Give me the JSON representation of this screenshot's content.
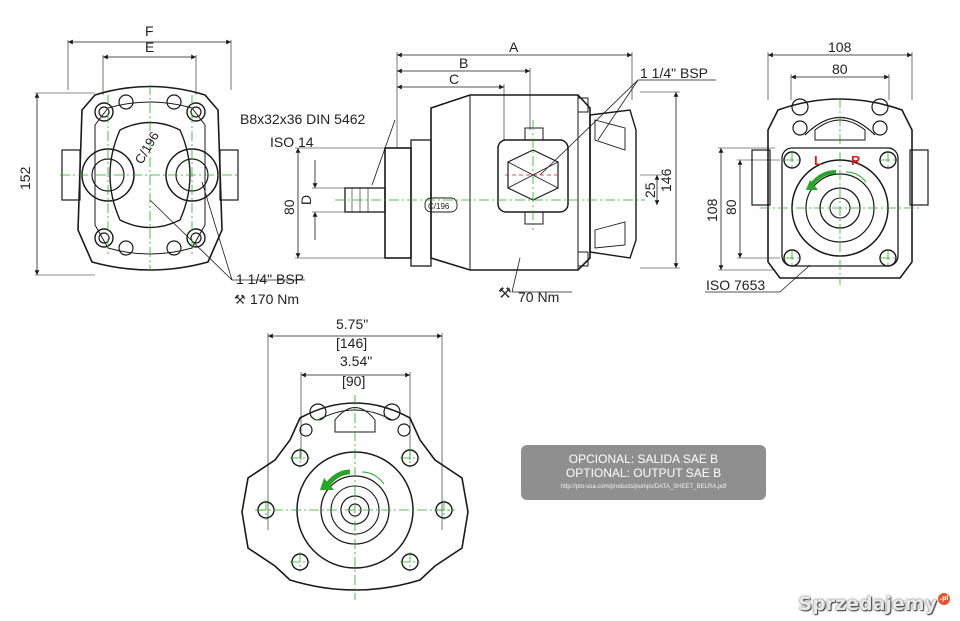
{
  "views": {
    "front": {
      "dim_f": "F",
      "dim_e": "E",
      "dim_height": "152",
      "port_label": "1 1/4\" BSP",
      "torque_label": "170 Nm",
      "part_mark": "C/196"
    },
    "side": {
      "dim_a": "A",
      "dim_b": "B",
      "dim_c": "C",
      "dim_d": "D",
      "dim_80": "80",
      "dim_25": "25",
      "dim_146": "146",
      "shaft_spec_1": "B8x32x36 DIN 5462",
      "shaft_spec_2": "ISO 14",
      "port_label": "1 1/4\" BSP",
      "torque_label": "70 Nm",
      "part_mark": "C/196"
    },
    "rear": {
      "dim_108_top": "108",
      "dim_80_top": "80",
      "dim_108_left": "108",
      "dim_80_left": "80",
      "mark_l": "L",
      "mark_r": "R",
      "iso_label": "ISO 7653"
    },
    "output": {
      "dim_in_1": "5.75\"",
      "dim_mm_1": "[146]",
      "dim_in_2": "3.54\"",
      "dim_mm_2": "[90]"
    }
  },
  "note": {
    "line1": "OPCIONAL: SALIDA SAE B",
    "line2": "OPTIONAL: OUTPUT SAE B",
    "url": "http://pto-usa.com/products/pumps/DATA_SHEET_BELRA.pdf"
  },
  "watermark": {
    "text": "Sprzedajemy",
    "suffix": ".pl"
  },
  "colors": {
    "line": "#1a1a1a",
    "centerline": "#2aa52a",
    "accent_red": "#cc2222",
    "note_bg": "#8f8f8f"
  }
}
